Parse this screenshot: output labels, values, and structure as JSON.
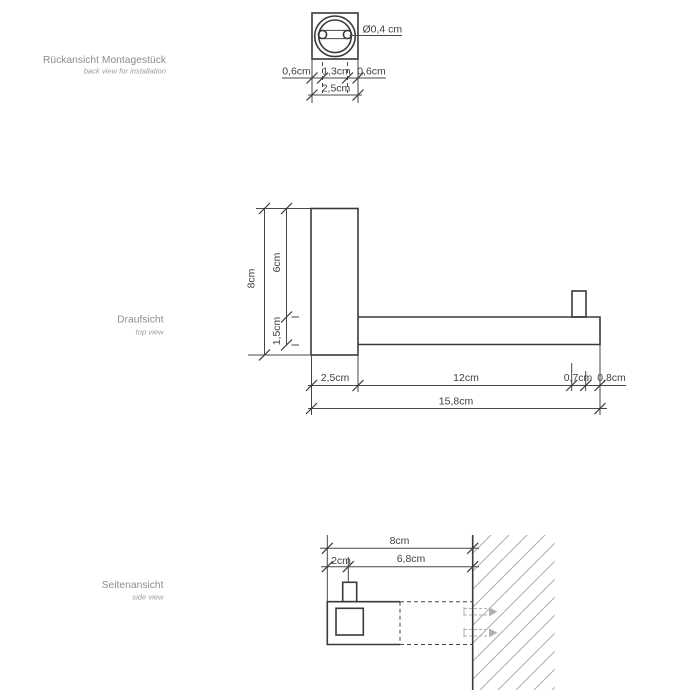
{
  "views": {
    "back": {
      "label_de": "Rückansicht Montagestück",
      "label_en": "back view for installation",
      "dims": {
        "hole_diameter": "Ø0,4 cm",
        "left_offset": "0,6cm",
        "hole_spacing": "1,3cm",
        "right_offset": "0,6cm",
        "total_width": "2,5cm"
      }
    },
    "top": {
      "label_de": "Draufsicht",
      "label_en": "top view",
      "dims": {
        "total_height": "8cm",
        "plate_height": "6cm",
        "arm_thickness": "1,5cm",
        "plate_depth": "2,5cm",
        "arm_length": "12cm",
        "pin_width": "0,7cm",
        "end_offset": "0,8cm",
        "total_length": "15,8cm"
      }
    },
    "side": {
      "label_de": "Seitenansicht",
      "label_en": "side view",
      "dims": {
        "wall_distance": "8cm",
        "inner_depth": "6,8cm",
        "front_offset": "2cm"
      }
    }
  },
  "colors": {
    "line": "#3a3a3a",
    "dimension": "#474747",
    "label": "#8d8d8d",
    "hatch": "#ababab",
    "background": "#ffffff"
  }
}
